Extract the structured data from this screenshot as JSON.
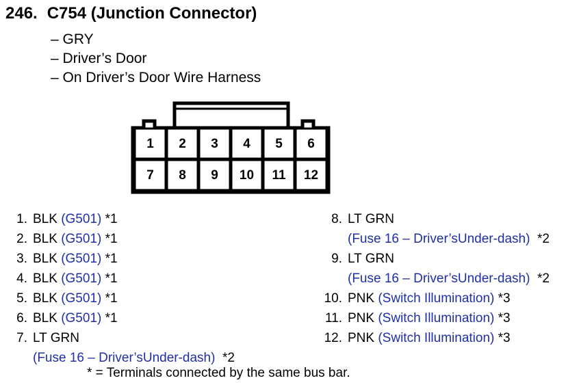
{
  "header": {
    "number": "246.",
    "title": "C754 (Junction Connector)"
  },
  "attributes": [
    "– GRY",
    "– Driver’s Door",
    "– On Driver’s Door Wire Harness"
  ],
  "connector": {
    "top_row": [
      "1",
      "2",
      "3",
      "4",
      "5",
      "6"
    ],
    "bottom_row": [
      "7",
      "8",
      "9",
      "10",
      "11",
      "12"
    ]
  },
  "pins": [
    {
      "n": "1.",
      "wire": "BLK",
      "dest": "(G501)",
      "note": "*1"
    },
    {
      "n": "2.",
      "wire": "BLK",
      "dest": "(G501)",
      "note": "*1"
    },
    {
      "n": "3.",
      "wire": "BLK",
      "dest": "(G501)",
      "note": "*1"
    },
    {
      "n": "4.",
      "wire": "BLK",
      "dest": "(G501)",
      "note": "*1"
    },
    {
      "n": "5.",
      "wire": "BLK",
      "dest": "(G501)",
      "note": "*1"
    },
    {
      "n": "6.",
      "wire": "BLK",
      "dest": "(G501)",
      "note": "*1"
    },
    {
      "n": "7.",
      "wire": "LT GRN",
      "dest": "(Fuse 16 – Driver’sUnder-dash)",
      "note": "*2"
    },
    {
      "n": "8.",
      "wire": "LT GRN",
      "dest": "(Fuse 16 – Driver’sUnder-dash)",
      "note": "*2"
    },
    {
      "n": "9.",
      "wire": "LT GRN",
      "dest": "(Fuse 16 – Driver’sUnder-dash)",
      "note": "*2"
    },
    {
      "n": "10.",
      "wire": "PNK",
      "dest": "(Switch Illumination)",
      "note": "*3"
    },
    {
      "n": "11.",
      "wire": "PNK",
      "dest": "(Switch Illumination)",
      "note": "*3"
    },
    {
      "n": "12.",
      "wire": "PNK",
      "dest": "(Switch Illumination)",
      "note": "*3"
    }
  ],
  "footnote": "* = Terminals connected by the same bus bar."
}
